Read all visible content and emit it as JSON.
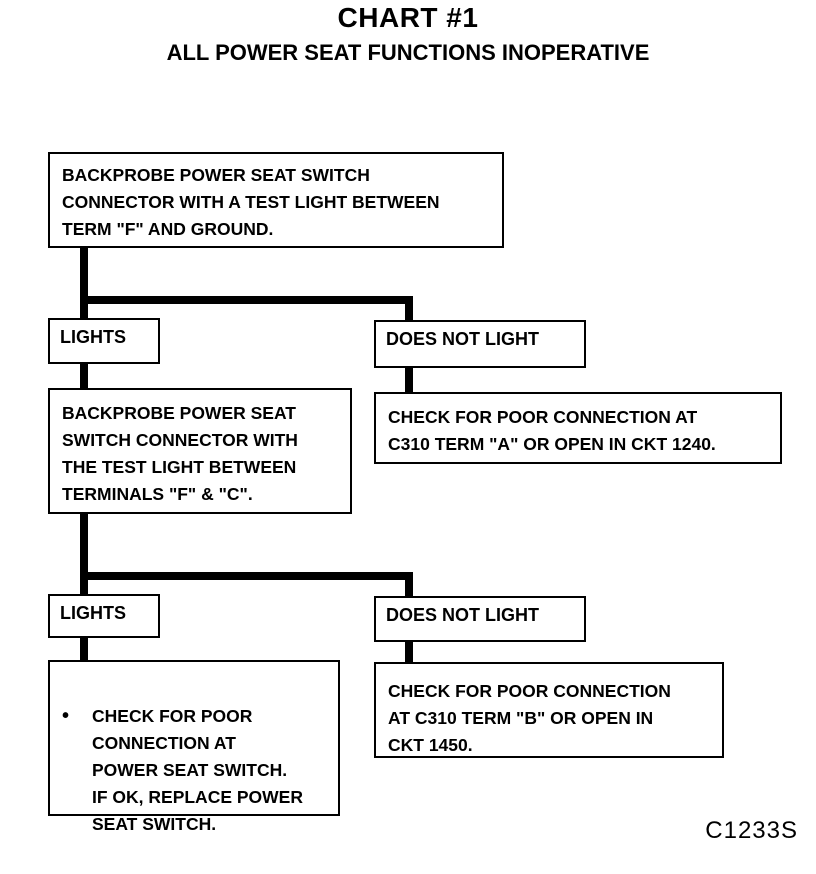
{
  "header": {
    "title": "CHART #1",
    "subtitle": "ALL POWER SEAT FUNCTIONS INOPERATIVE"
  },
  "nodes": {
    "step1": "BACKPROBE POWER SEAT SWITCH\nCONNECTOR WITH A TEST LIGHT BETWEEN\nTERM \"F\" AND GROUND.",
    "lights1": "LIGHTS",
    "not_light1": "DOES NOT LIGHT",
    "step2": "BACKPROBE POWER SEAT\nSWITCH CONNECTOR WITH\nTHE TEST LIGHT BETWEEN\nTERMINALS \"F\" & \"C\".",
    "check1": "CHECK FOR POOR CONNECTION AT\nC310 TERM \"A\" OR OPEN IN CKT 1240.",
    "lights2": "LIGHTS",
    "not_light2": "DOES NOT LIGHT",
    "final_bullet": "•",
    "final": "CHECK FOR POOR\nCONNECTION AT\nPOWER SEAT SWITCH.\nIF OK, REPLACE POWER\nSEAT SWITCH.",
    "check2": "CHECK FOR POOR CONNECTION\nAT C310 TERM \"B\" OR OPEN IN\nCKT 1450."
  },
  "footer": {
    "code": "C1233S"
  }
}
